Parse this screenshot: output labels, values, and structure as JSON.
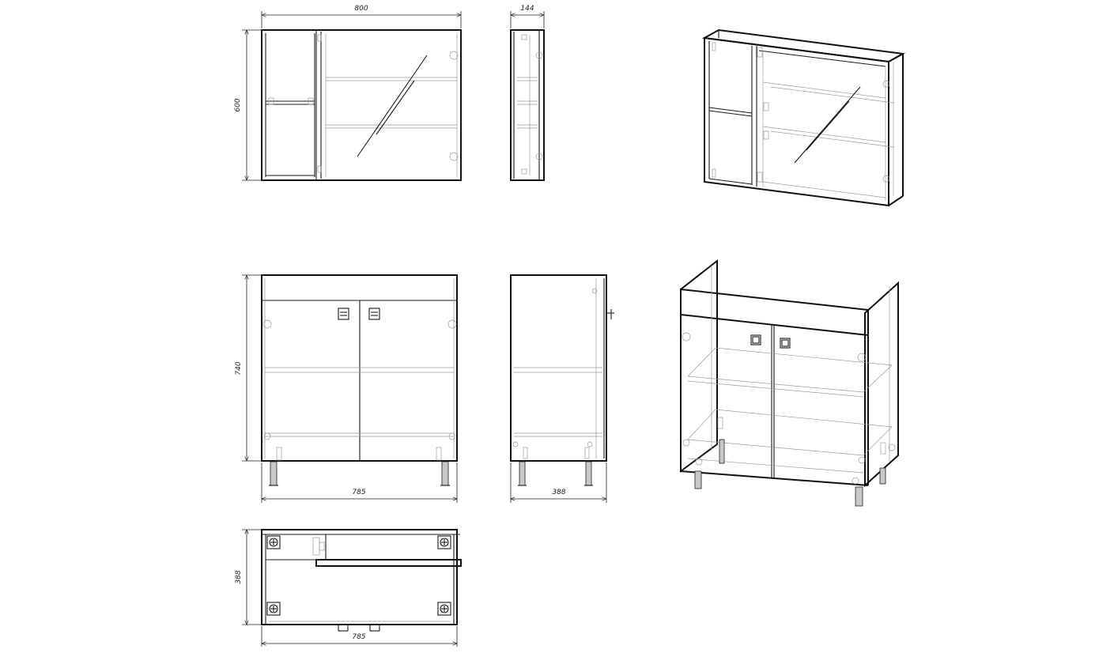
{
  "dimensions": {
    "mirror_width": "800",
    "mirror_height": "600",
    "mirror_depth": "144",
    "base_height": "740",
    "base_width": "785",
    "base_depth": "388",
    "plan_depth": "388",
    "plan_width": "785"
  }
}
